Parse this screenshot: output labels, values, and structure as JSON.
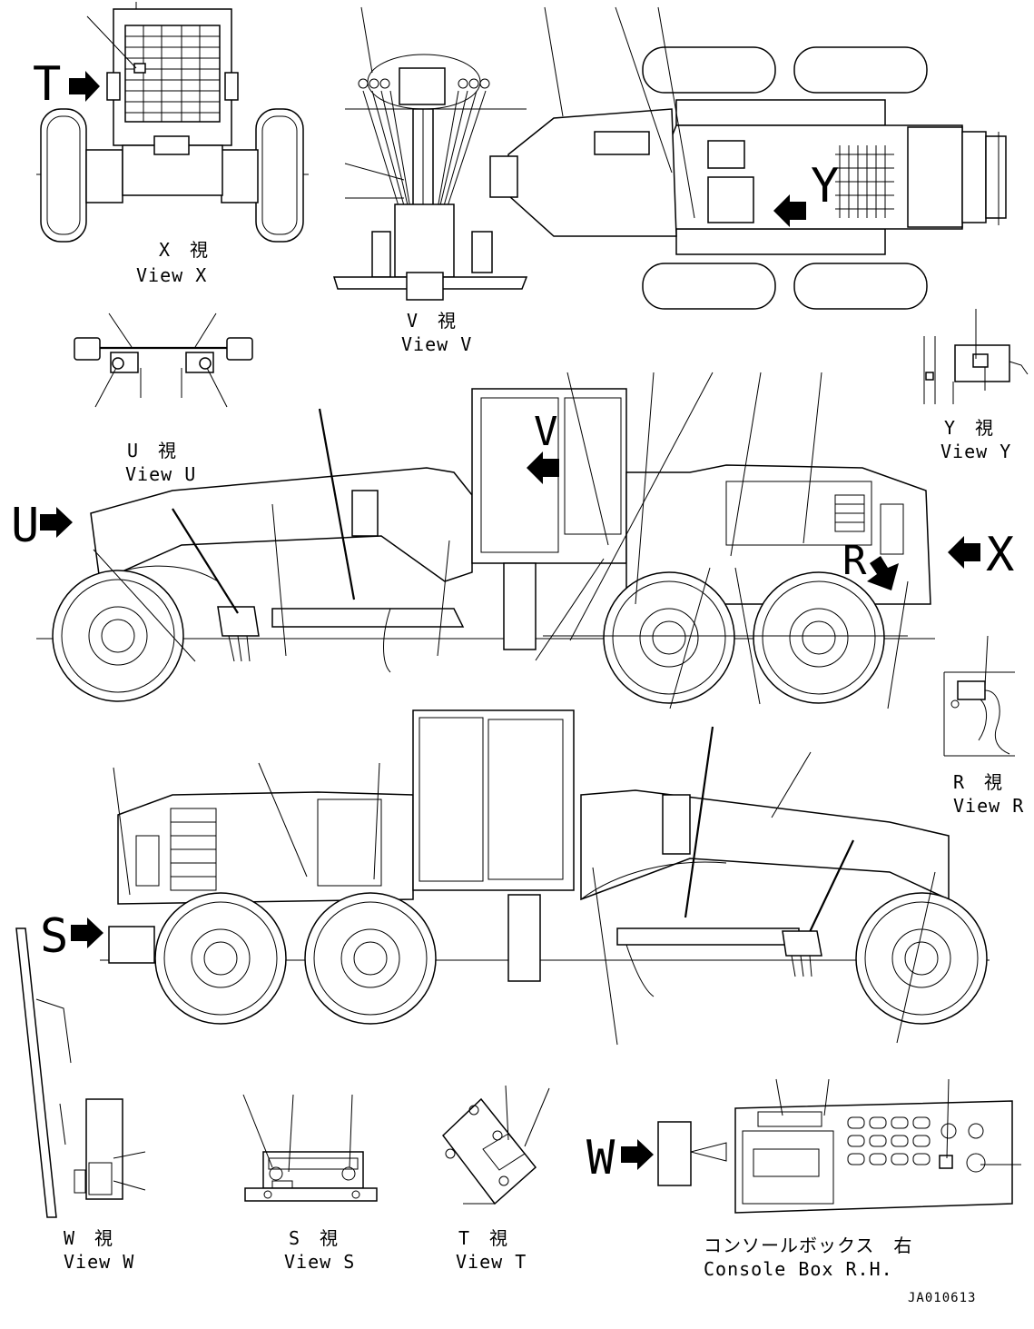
{
  "views": {
    "x": {
      "jp": "X　視",
      "en": "View X"
    },
    "v": {
      "jp": "V　視",
      "en": "View V"
    },
    "u": {
      "jp": "U　視",
      "en": "View U"
    },
    "y": {
      "jp": "Y　視",
      "en": "View Y"
    },
    "r": {
      "jp": "R　視",
      "en": "View R"
    },
    "w": {
      "jp": "W　視",
      "en": "View W"
    },
    "s": {
      "jp": "S　視",
      "en": "View S"
    },
    "t": {
      "jp": "T　視",
      "en": "View T"
    },
    "console": {
      "jp": "コンソールボックス　右",
      "en": "Console Box R.H."
    }
  },
  "arrows": {
    "t": "T",
    "y": "Y",
    "u": "U",
    "v": "V",
    "x": "X",
    "r": "R",
    "s": "S",
    "w": "W"
  },
  "drawing_code": "JA010613"
}
